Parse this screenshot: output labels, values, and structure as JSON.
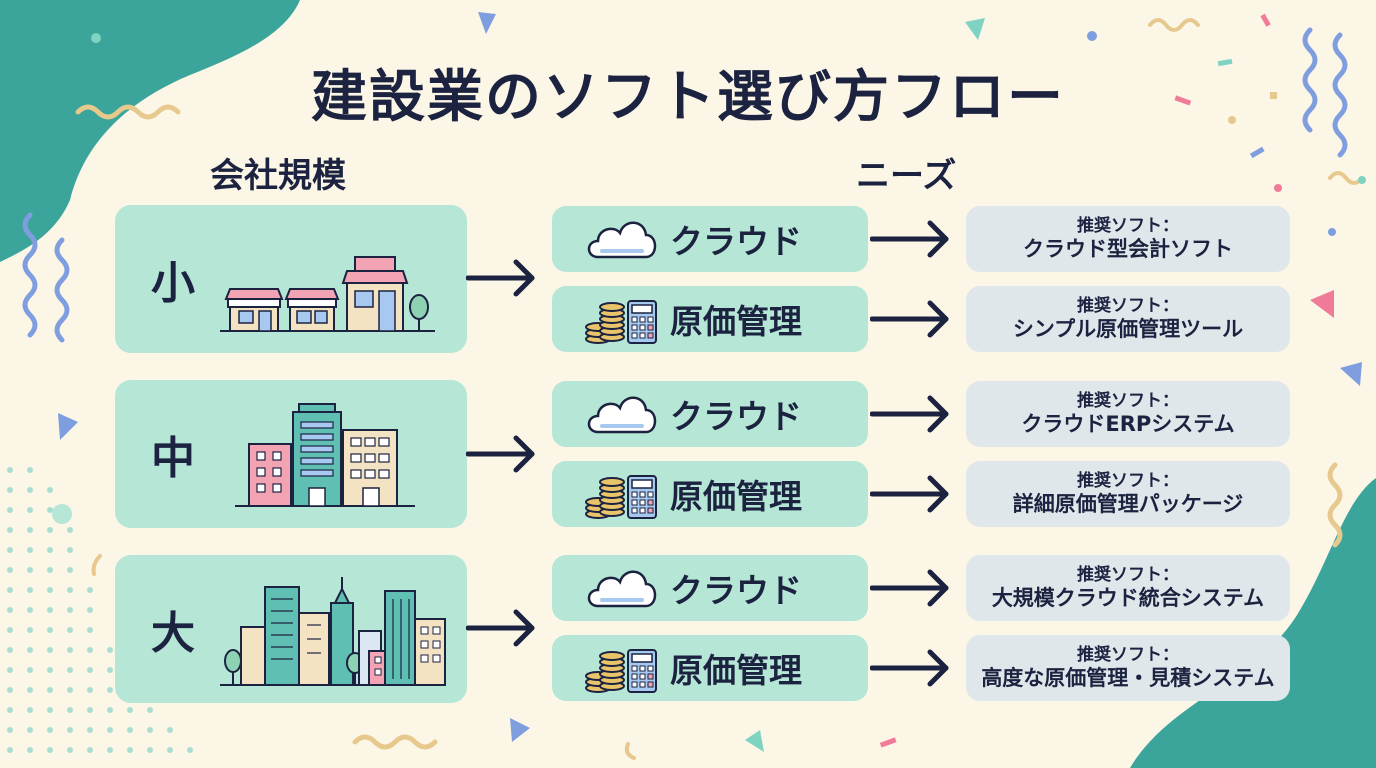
{
  "title": "建設業のソフト選び方フロー",
  "headers": {
    "size": "会社規模",
    "needs": "ニーズ"
  },
  "groups": [
    {
      "size": "小",
      "needs": [
        {
          "label": "クラウド",
          "icon": "cloud-icon",
          "rec_prefix": "推奨ソフト：",
          "rec": "クラウド型会計ソフト"
        },
        {
          "label": "原価管理",
          "icon": "coins-calculator-icon",
          "rec_prefix": "推奨ソフト：",
          "rec": "シンプル原価管理ツール"
        }
      ]
    },
    {
      "size": "中",
      "needs": [
        {
          "label": "クラウド",
          "icon": "cloud-icon",
          "rec_prefix": "推奨ソフト：",
          "rec": "クラウドERPシステム"
        },
        {
          "label": "原価管理",
          "icon": "coins-calculator-icon",
          "rec_prefix": "推奨ソフト：",
          "rec": "詳細原価管理パッケージ"
        }
      ]
    },
    {
      "size": "大",
      "needs": [
        {
          "label": "クラウド",
          "icon": "cloud-icon",
          "rec_prefix": "推奨ソフト：",
          "rec": "大規模クラウド統合システム"
        },
        {
          "label": "原価管理",
          "icon": "coins-calculator-icon",
          "rec_prefix": "推奨ソフト：",
          "rec": "高度な原価管理・見積システム"
        }
      ]
    }
  ],
  "colors": {
    "background": "#fbf6e6",
    "card": "#b5e6d6",
    "rec_card": "#dfe7ea",
    "text": "#1c2340",
    "accent_teal": "#3ca59b"
  }
}
